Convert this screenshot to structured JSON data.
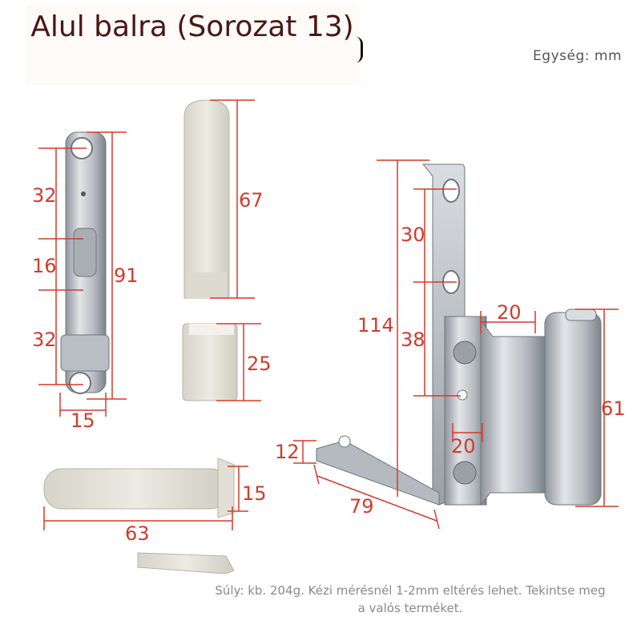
{
  "header": {
    "title": "Alul balra (Sorozat 13)",
    "unit_label": "Egység: mm"
  },
  "dimensions": {
    "hinge_plate": {
      "hole_spacing_top": "32",
      "hole_spacing_mid": "16",
      "hole_spacing_bottom": "32",
      "total_height": "91",
      "width": "15"
    },
    "cap_long": {
      "height": "67"
    },
    "cap_short": {
      "height": "25"
    },
    "bracket": {
      "height": "114",
      "top_hole_spacing": "30",
      "mid_hole_spacing": "38",
      "bend_width": "20",
      "inner_width": "20",
      "barrel_height": "61",
      "foot_height": "12",
      "foot_length": "79"
    },
    "pin_sleeve": {
      "length": "63",
      "diameter": "15"
    }
  },
  "footer": {
    "note": "Súly: kb. 204g. Kézi mérésnél 1-2mm eltérés lehet. Tekintse meg a valós terméket."
  },
  "colors": {
    "dimension_red": "#d33a2c",
    "title_color": "#4a1616",
    "cap_color": "#e6e4da",
    "metal_color": "#c3c7cc"
  }
}
